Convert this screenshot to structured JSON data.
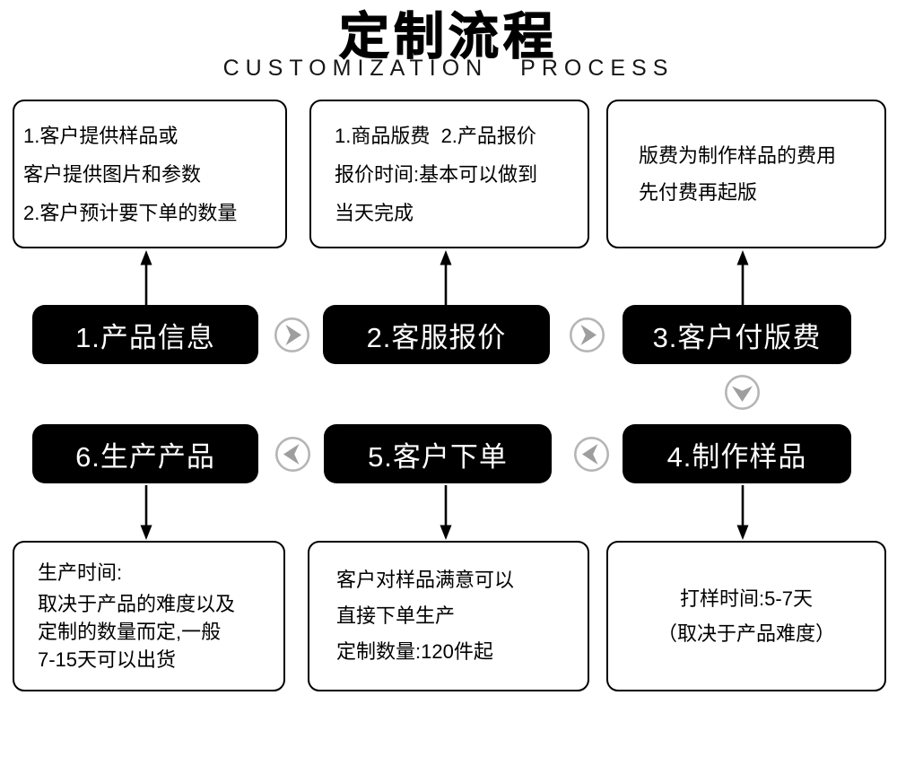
{
  "header": {
    "title": "定制流程",
    "subtitle": "CUSTOMIZATION PROCESS"
  },
  "colors": {
    "page_bg": "#ffffff",
    "box_border": "#000000",
    "box_text": "#000000",
    "step_bg": "#000000",
    "step_text": "#ffffff",
    "circle_stroke": "#b5b5b5",
    "circle_arrow": "#9e9e9e",
    "line_color": "#000000"
  },
  "flow": {
    "top_boxes": [
      {
        "lines": [
          "1.客户提供样品或",
          "客户提供图片和参数",
          "2.客户预计要下单的数量"
        ]
      },
      {
        "lines": [
          "1.商品版费  2.产品报价",
          "报价时间:基本可以做到",
          "当天完成"
        ]
      },
      {
        "lines": [
          "版费为制作样品的费用",
          "先付费再起版"
        ]
      }
    ],
    "steps_row1": [
      {
        "label": "1.产品信息"
      },
      {
        "label": "2.客服报价"
      },
      {
        "label": "3.客户付版费"
      }
    ],
    "steps_row2": [
      {
        "label": "6.生产产品"
      },
      {
        "label": "5.客户下单"
      },
      {
        "label": "4.制作样品"
      }
    ],
    "bottom_boxes": [
      {
        "lines": [
          "生产时间:",
          "取决于产品的难度以及",
          "定制的数量而定,一般",
          "7-15天可以出货"
        ]
      },
      {
        "lines": [
          "客户对样品满意可以",
          "直接下单生产",
          "定制数量:120件起"
        ]
      },
      {
        "lines": [
          "打样时间:5-7天",
          "（取决于产品难度）"
        ]
      }
    ]
  }
}
